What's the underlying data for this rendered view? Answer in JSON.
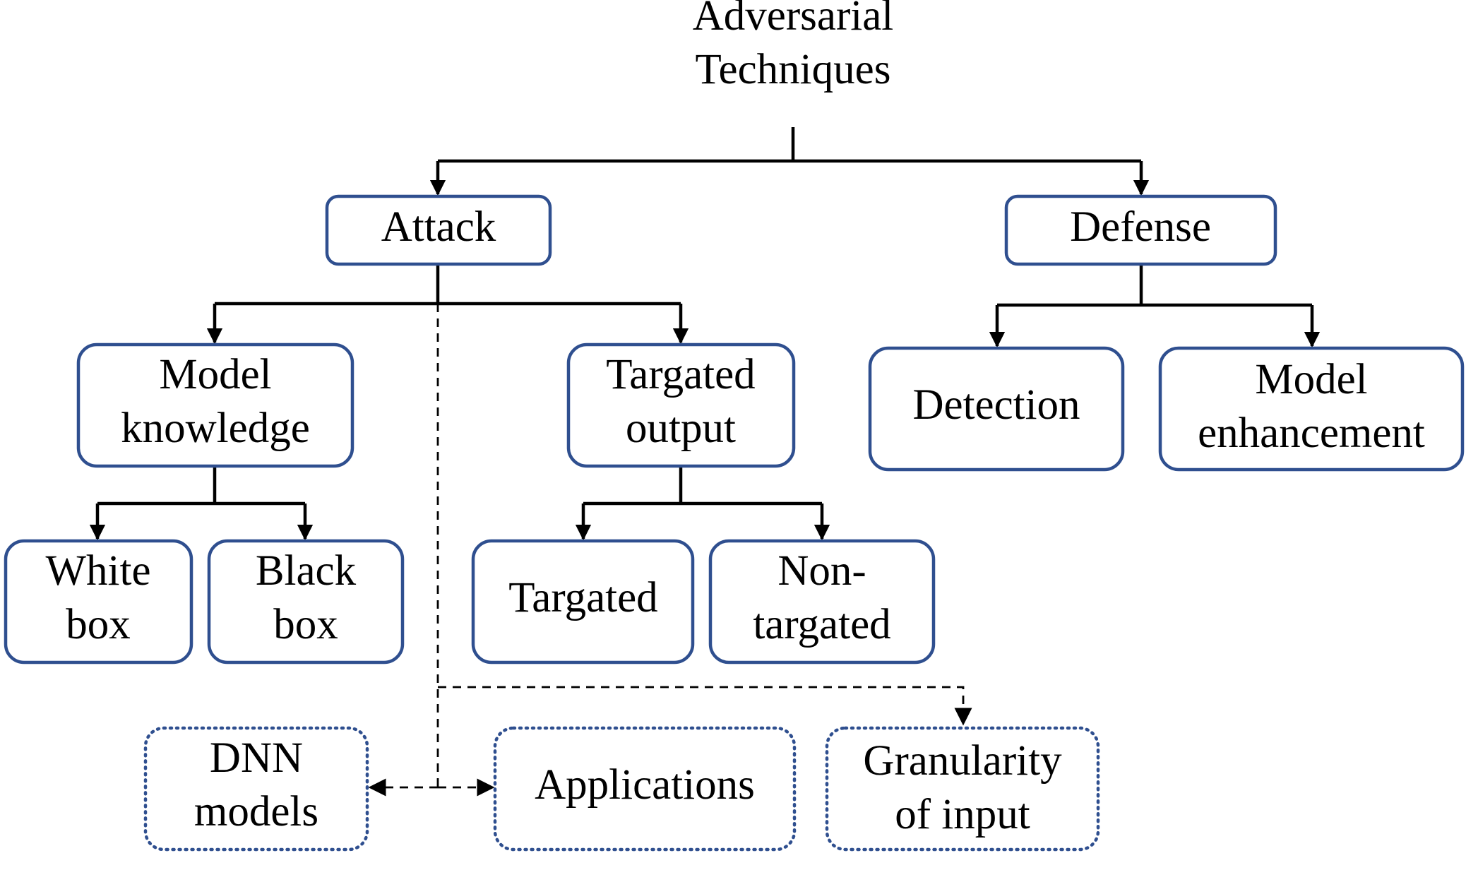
{
  "root": {
    "lines": [
      "Adversarial",
      "Techniques"
    ]
  },
  "nodes": {
    "attack": {
      "lines": [
        "Attack"
      ]
    },
    "defense": {
      "lines": [
        "Defense"
      ]
    },
    "model_knowledge": {
      "lines": [
        "Model",
        "knowledge"
      ]
    },
    "targeted_output": {
      "lines": [
        "Targated",
        "output"
      ]
    },
    "detection": {
      "lines": [
        "Detection"
      ]
    },
    "model_enhancement": {
      "lines": [
        "Model",
        "enhancement"
      ]
    },
    "white_box": {
      "lines": [
        "White",
        "box"
      ]
    },
    "black_box": {
      "lines": [
        "Black",
        "box"
      ]
    },
    "targated": {
      "lines": [
        "Targated"
      ]
    },
    "non_targated": {
      "lines": [
        "Non-",
        "targated"
      ]
    },
    "dnn_models": {
      "lines": [
        "DNN",
        "models"
      ]
    },
    "applications": {
      "lines": [
        "Applications"
      ]
    },
    "granularity": {
      "lines": [
        "Granularity",
        "of input"
      ]
    }
  },
  "colors": {
    "box_border": "#2f4f8f",
    "edge": "#000000",
    "text": "#000000"
  }
}
